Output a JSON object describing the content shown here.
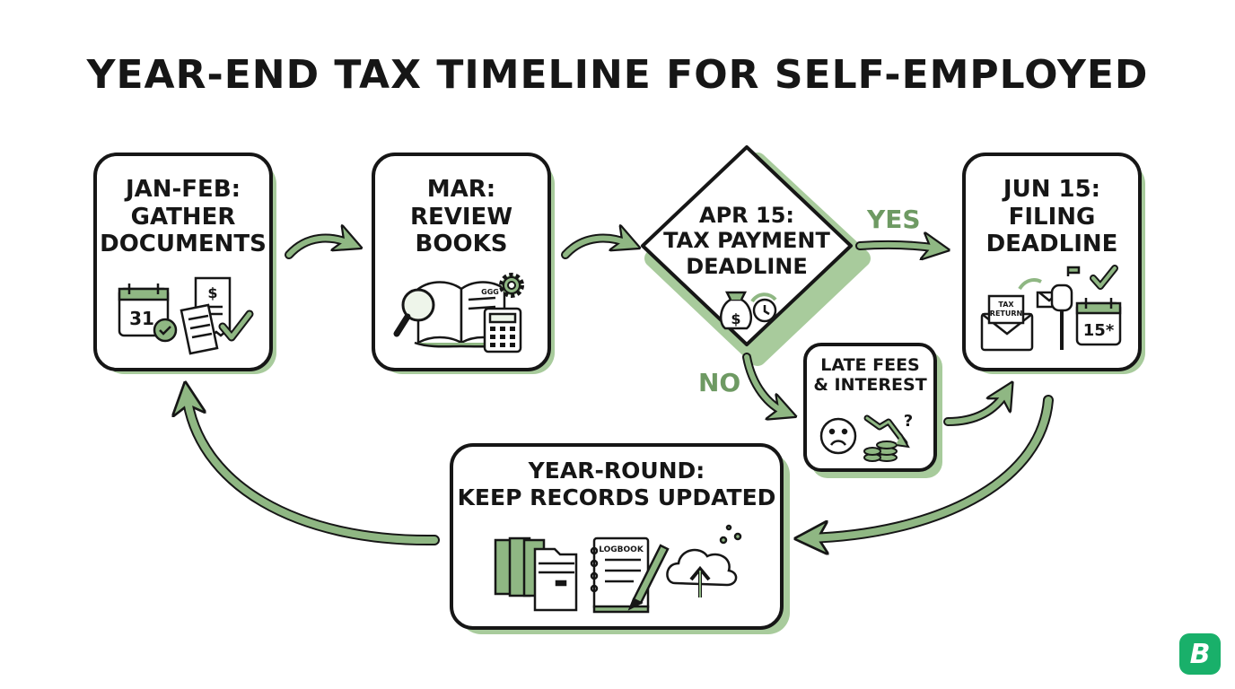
{
  "title": "YEAR-END TAX TIMELINE FOR SELF-EMPLOYED",
  "steps": {
    "jan_feb": {
      "lines": [
        "JAN-FEB:",
        "GATHER",
        "DOCUMENTS"
      ],
      "calendar_day": "31"
    },
    "mar": {
      "lines": [
        "MAR:",
        "REVIEW",
        "BOOKS"
      ],
      "book_text": "GGG"
    },
    "apr15": {
      "lines": [
        "APR 15:",
        "TAX PAYMENT",
        "DEADLINE"
      ],
      "money_symbol": "$"
    },
    "jun15": {
      "lines": [
        "JUN 15:",
        "FILING",
        "DEADLINE"
      ],
      "tax_return": [
        "TAX",
        "RETURN"
      ],
      "calendar_day": "15*"
    },
    "late_fees": {
      "lines": [
        "LATE FEES",
        "& INTEREST"
      ],
      "question": "?"
    },
    "year_round": {
      "lines": [
        "YEAR-ROUND:",
        "KEEP RECORDS UPDATED"
      ],
      "logbook": "LOGBOOK"
    }
  },
  "branches": {
    "yes": "YES",
    "no": "NO"
  },
  "logo": {
    "letter": "B"
  },
  "colors": {
    "accent": "#8fb783",
    "accent_dark": "#6e9a63",
    "ink": "#161616",
    "shadow": "#a8cb9c",
    "logo": "#19b06a"
  },
  "icons": {
    "jan_feb": [
      "calendar-icon",
      "receipt-icon",
      "checkmark-icon"
    ],
    "mar": [
      "magnifier-icon",
      "open-book-icon",
      "gear-icon",
      "calculator-icon"
    ],
    "apr15": [
      "money-bag-icon",
      "clock-icon"
    ],
    "jun15": [
      "envelope-icon",
      "mailbox-icon",
      "calendar-icon",
      "checkmark-icon"
    ],
    "late_fees": [
      "sad-face-icon",
      "coins-icon",
      "down-arrow-icon"
    ],
    "year_round": [
      "folders-icon",
      "logbook-icon",
      "pen-icon",
      "cloud-upload-icon"
    ]
  }
}
